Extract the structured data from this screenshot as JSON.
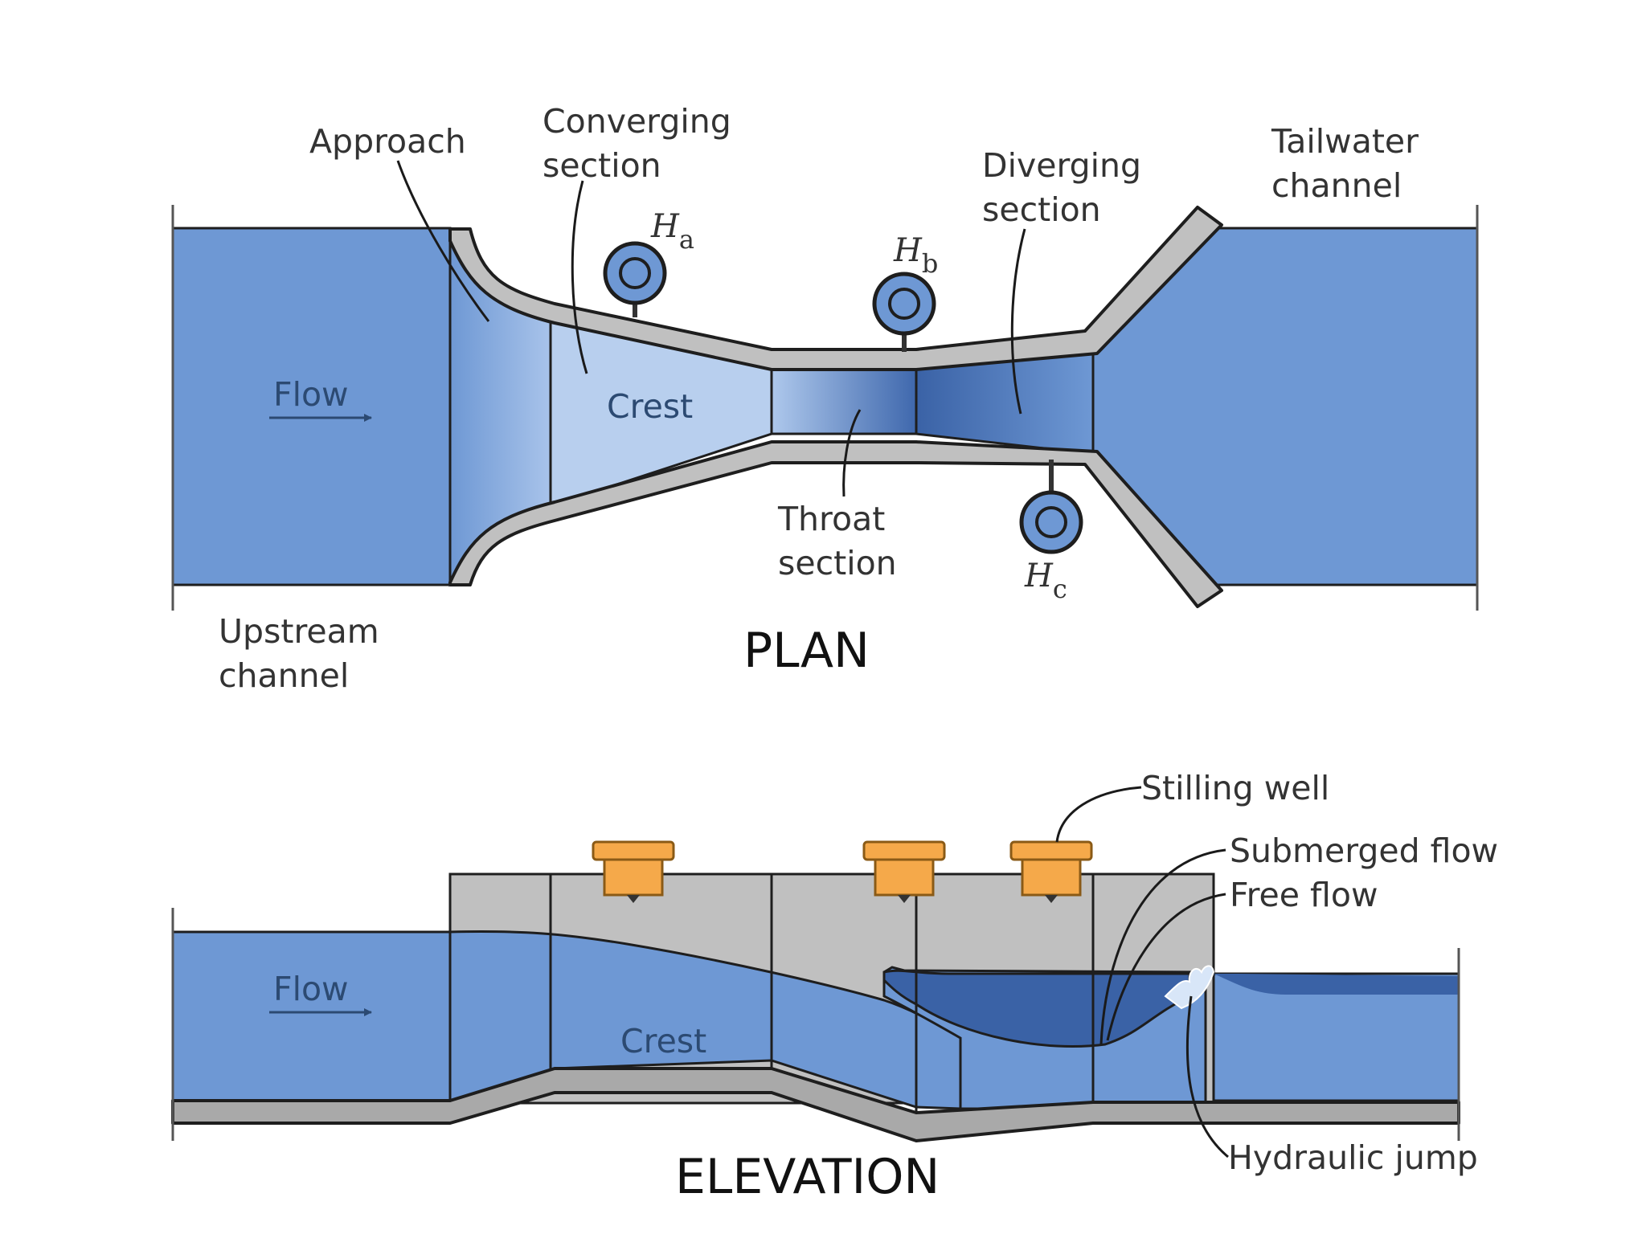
{
  "colors": {
    "water": "#6e98d4",
    "water_light": "#b8cfee",
    "water_dark": "#3a62a6",
    "wall": "#c0c0c0",
    "outline": "#1e1e1e",
    "well": "#f5a94a"
  },
  "plan": {
    "title": "PLAN",
    "labels": {
      "approach": "Approach",
      "converging_1": "Converging",
      "converging_2": "section",
      "diverging_1": "Diverging",
      "diverging_2": "section",
      "tailwater_1": "Tailwater",
      "tailwater_2": "channel",
      "flow": "Flow",
      "crest": "Crest",
      "throat_1": "Throat",
      "throat_2": "section",
      "upstream_1": "Upstream",
      "upstream_2": "channel"
    },
    "gauges": [
      {
        "main": "H",
        "sub": "a"
      },
      {
        "main": "H",
        "sub": "b"
      },
      {
        "main": "H",
        "sub": "c"
      }
    ]
  },
  "elevation": {
    "title": "ELEVATION",
    "labels": {
      "flow": "Flow",
      "crest": "Crest",
      "stilling_well": "Stilling well",
      "submerged_flow": "Submerged flow",
      "free_flow": "Free flow",
      "hydraulic_jump": "Hydraulic jump"
    }
  }
}
